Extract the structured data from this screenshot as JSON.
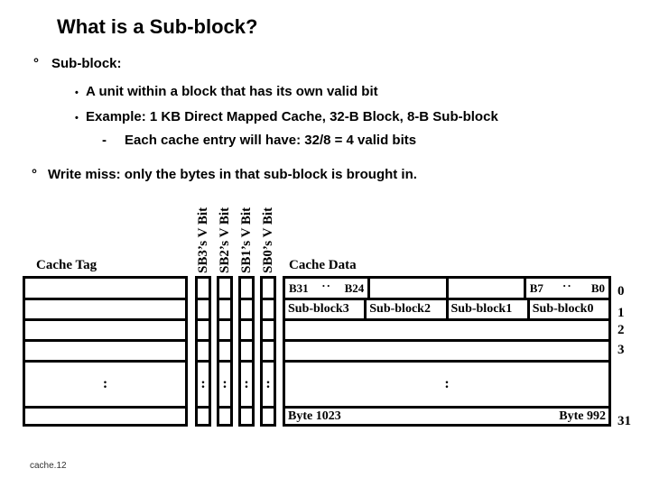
{
  "slide": {
    "title": "What is a Sub-block?",
    "bullets": {
      "b1_marker": "°",
      "b1": "Sub-block:",
      "b2_marker": "•",
      "b2": "A unit within a block that has its own valid bit",
      "b3_marker": "•",
      "b3": "Example: 1 KB Direct Mapped Cache, 32-B Block, 8-B Sub-block",
      "b4_marker": "-",
      "b4": "Each cache entry will have: 32/8 = 4 valid bits",
      "b5_marker": "°",
      "b5": "Write miss: only the bytes in that sub-block is brought in."
    },
    "footer": "cache.12"
  },
  "diagram": {
    "cache_tag_label": "Cache Tag",
    "cache_data_label": "Cache Data",
    "vbit_labels": [
      "SB3’s V Bit",
      "SB2’s V Bit",
      "SB1’s V Bit",
      "SB0’s V Bit"
    ],
    "byte_range_top": {
      "left": "B31",
      "dots": "··",
      "right": "B24"
    },
    "byte_range_top_right": {
      "left": "B7",
      "dots": "··",
      "right": "B0"
    },
    "subblock_labels": [
      "Sub-block3",
      "Sub-block2",
      "Sub-block1",
      "Sub-block0"
    ],
    "colon": ":",
    "byte_bottom_left": "Byte 1023",
    "byte_bottom_right": "Byte 992",
    "row_numbers": [
      "0",
      "1",
      "2",
      "3",
      "31"
    ]
  }
}
